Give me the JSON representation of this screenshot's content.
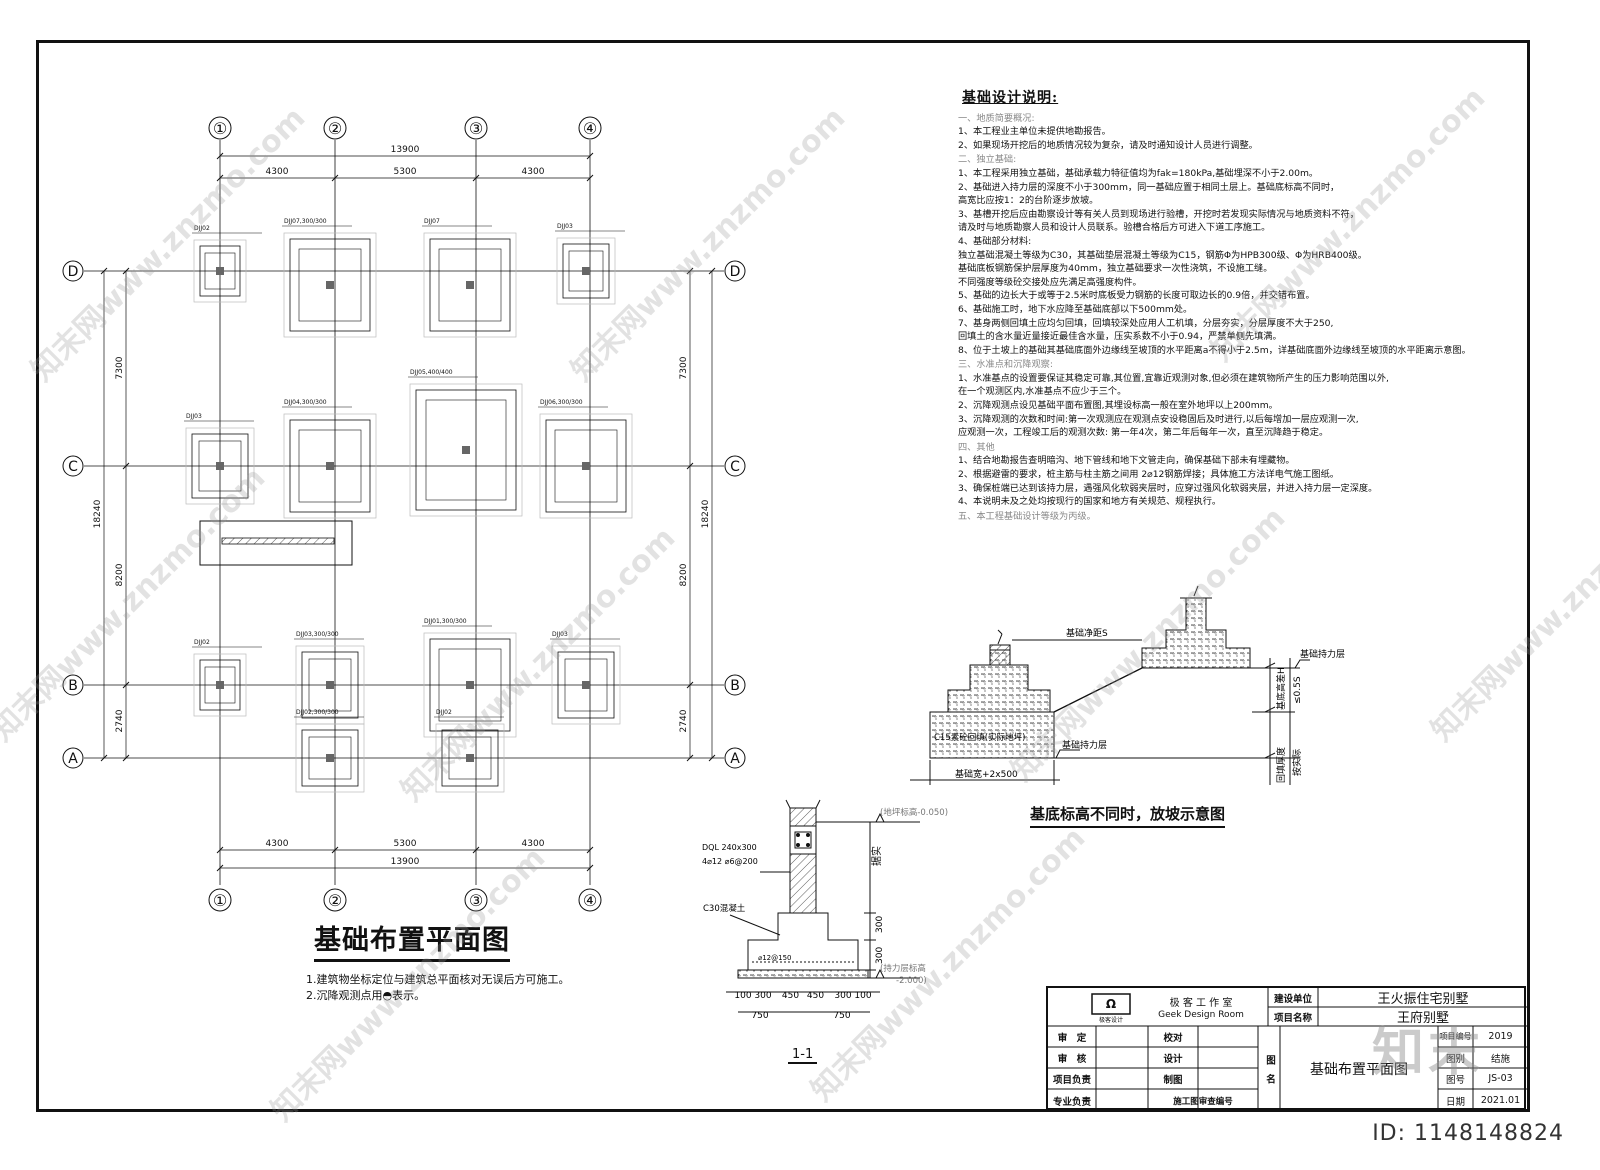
{
  "plan": {
    "title": "基础布置平面图",
    "axes_h": [
      "①",
      "②",
      "③",
      "④"
    ],
    "axes_v": [
      "D",
      "C",
      "B",
      "A"
    ],
    "top_total": "13900",
    "top_spans": [
      "4300",
      "5300",
      "4300"
    ],
    "bottom_spans": [
      "4300",
      "5300",
      "4300"
    ],
    "bottom_total": "13900",
    "left_total": "18240",
    "left_spans": [
      "7300",
      "8200",
      "2740"
    ],
    "right_total": "18240",
    "right_spans": [
      "7300",
      "8200",
      "2740"
    ],
    "footing_labels": [
      "DJJ02",
      "DJJ07,300/300",
      "DJJ07",
      "DJJ03",
      "DJJ03",
      "DJJ04,300/300",
      "DJJ05,400/400",
      "DJJ06,300/300",
      "DJJ02",
      "DJJ03,300/300",
      "DJJ01,300/300",
      "DJJ03",
      "DJJ02,300/300",
      "DJJ02"
    ],
    "notes": [
      "1.建筑物坐标定位与建筑总平面核对无误后方可施工。",
      "2.沉降观测点用◓表示。"
    ]
  },
  "design_notes": {
    "title": "基础设计说明:",
    "lines": [
      {
        "t": "一、地质简要概况:",
        "sec": true
      },
      {
        "t": "1、本工程业主单位未提供地勘报告。"
      },
      {
        "t": "2、如果现场开挖后的地质情况较为复杂，请及时通知设计人员进行调整。"
      },
      {
        "t": "二、独立基础:",
        "sec": true
      },
      {
        "t": "1、本工程采用独立基础，基础承载力特征值均为fak=180kPa,基础埋深不小于2.00m。"
      },
      {
        "t": "2、基础进入持力层的深度不小于300mm，同一基础应置于相同土层上。基础底标高不同时，"
      },
      {
        "t": "   高宽比应按1：2的台阶逐步放坡。"
      },
      {
        "t": "3、基槽开挖后应由勘察设计等有关人员到现场进行验槽，开挖时若发现实际情况与地质资料不符，"
      },
      {
        "t": "   请及时与地质勘察人员和设计人员联系。验槽合格后方可进入下道工序施工。"
      },
      {
        "t": "4、基础部分材料:"
      },
      {
        "t": "   独立基础混凝土等级为C30，其基础垫层混凝土等级为C15，钢筋Φ为HPB300级、Φ为HRB400级。"
      },
      {
        "t": "   基础底板钢筋保护层厚度为40mm，独立基础要求一次性浇筑，不设施工缝。"
      },
      {
        "t": "   不同强度等级砼交接处应先满足高强度构件。"
      },
      {
        "t": "5、基础的边长大于或等于2.5米时底板受力钢筋的长度可取边长的0.9倍，并交错布置。"
      },
      {
        "t": "6、基础施工时，地下水应降至基础底部以下500mm处。"
      },
      {
        "t": "7、基身两侧回填土应均匀回填，回填较深处应用人工机填，分层夯实，分层厚度不大于250,"
      },
      {
        "t": "   回填土的含水量近量接近最佳含水量，压实系数不小于0.94，严禁单侧先填满。"
      },
      {
        "t": "8、位于土坡上的基础其基础底面外边缘线至坡顶的水平距离a不得小于2.5m，详基础底面外边缘线至坡顶的水平距离示意图。"
      },
      {
        "t": "三、水准点和沉降观察:",
        "sec": true
      },
      {
        "t": "1、水准基点的设置要保证其稳定可靠,其位置,宜靠近观测对象,但必须在建筑物所产生的压力影响范围以外,"
      },
      {
        "t": "   在一个观测区内,水准基点不应少于三个。"
      },
      {
        "t": "2、沉降观测点设见基础平面布置图,其埋设标高一般在室外地坪以上200mm。"
      },
      {
        "t": "3、沉降观测的次数和时间:第一次观测应在观测点安设稳固后及时进行,以后每增加一层应观测一次,"
      },
      {
        "t": "   应观测一次，工程竣工后的观测次数: 第一年4次，第二年后每年一次，直至沉降趋于稳定。"
      },
      {
        "t": "四、其他",
        "sec": true
      },
      {
        "t": "1、结合地勘报告查明暗沟、地下管线和地下文管走向，确保基础下部未有埋藏物。"
      },
      {
        "t": "2、根据避雷的要求，桩主筋与柱主筋之间用 2⌀12钢筋焊接；具体施工方法详电气施工图纸。"
      },
      {
        "t": "3、确保桩端已达到该持力层，遇强风化软弱夹层时，应穿过强风化软弱夹层，并进入持力层一定深度。"
      },
      {
        "t": "4、本说明未及之处均按现行的国家和地方有关规范、规程执行。"
      },
      {
        "t": "五、本工程基础设计等级为丙级。",
        "sec": true
      }
    ]
  },
  "slope_detail": {
    "title": "基底标高不同时，放坡示意图",
    "lbl_clear": "基础净距S",
    "lbl_bearing1": "基础持力层",
    "lbl_bearing2": "基础持力层",
    "lbl_fill": "C15素砼回填(实际地坪)",
    "lbl_width": "基础宽+2x500",
    "lbl_height": "基底高差H",
    "lbl_ratio": "≤0.5S",
    "lbl_backfill": "回填厚度",
    "lbl_actual": "按实际"
  },
  "section": {
    "title": "1-1",
    "lbl_ground": "(地坪标高-0.050)",
    "lbl_beam": "DQL 240x300",
    "lbl_beam_rebar": "4⌀12 ⌀6@200",
    "lbl_concrete": "C30混凝土",
    "lbl_bearing": "(持力层标高",
    "lbl_bearing_val": "-2.000)",
    "lbl_depth": "据实",
    "lbl_300a": "300",
    "lbl_300b": "300",
    "lbl_rebar": "⌀12@150",
    "dims": [
      "100",
      "300",
      "450",
      "450",
      "300",
      "100"
    ],
    "dims2": [
      "750",
      "750"
    ]
  },
  "title_block": {
    "firm_cn": "极 客 工 作 室",
    "firm_en": "Geek  Design  Room",
    "logo_text": "极客设计",
    "client_label": "建设单位",
    "client": "王火振住宅别墅",
    "project_label": "项目名称",
    "project": "王府别墅",
    "rows_left": [
      "审　定",
      "审　核",
      "项目负责",
      "专业负责"
    ],
    "rows_mid": [
      "校对",
      "设计",
      "制图",
      "施工图审查编号"
    ],
    "drawing_label": "图　名",
    "drawing_name": "基础布置平面图",
    "r1_label": "项目编号",
    "r1_val": "2019",
    "r2_label": "图别",
    "r2_val": "结施",
    "r3_label": "图号",
    "r3_val": "JS-03",
    "r4_label": "日期",
    "r4_val": "2021.01"
  },
  "watermark": {
    "text": "知末网www.znzmo.com",
    "brand": "知末",
    "id": "ID: 1148148824"
  }
}
